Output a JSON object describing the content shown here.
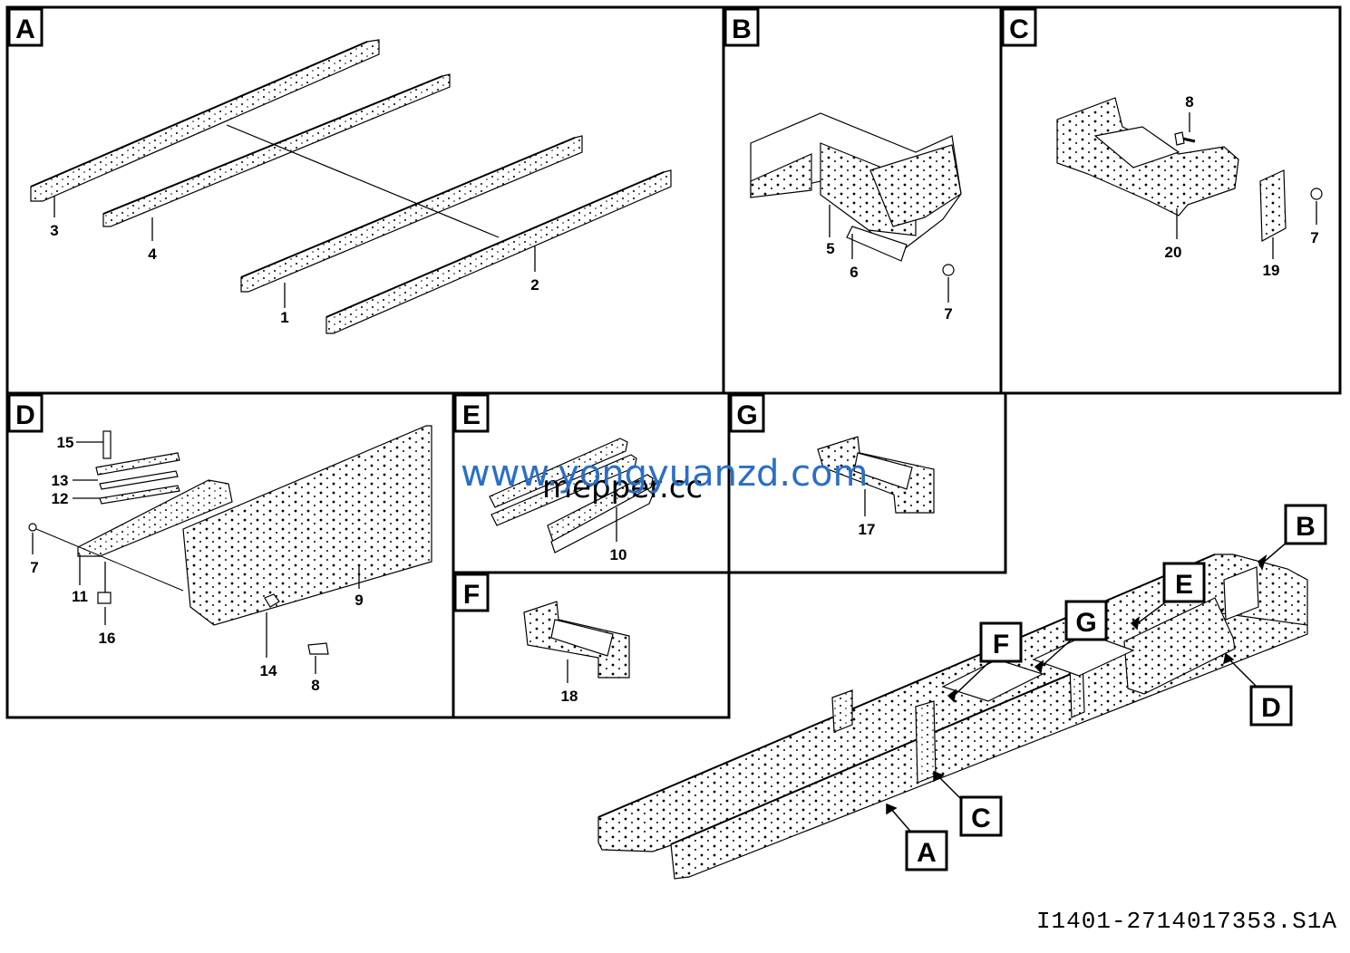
{
  "panels": [
    {
      "letter": "A"
    },
    {
      "letter": "B"
    },
    {
      "letter": "C"
    },
    {
      "letter": "D"
    },
    {
      "letter": "E"
    },
    {
      "letter": "F"
    },
    {
      "letter": "G"
    }
  ],
  "callouts": [
    "1",
    "2",
    "3",
    "4",
    "5",
    "6",
    "7",
    "7",
    "7",
    "8",
    "8",
    "9",
    "10",
    "11",
    "12",
    "13",
    "14",
    "15",
    "16",
    "17",
    "18",
    "19",
    "20"
  ],
  "assembly_labels": [
    "B",
    "E",
    "G",
    "F",
    "D",
    "C",
    "A"
  ],
  "watermark": {
    "line1": "www.yongyuanzd.com",
    "line2": "mepper.cc"
  },
  "drawing_code": "I1401-2714017353.S1A",
  "colors": {
    "line": "#000000",
    "watermark": "#2a6fc7"
  }
}
